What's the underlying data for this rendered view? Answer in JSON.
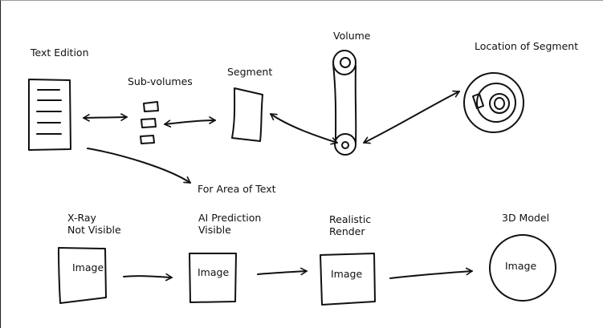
{
  "labels": {
    "text_edition": "Text Edition",
    "sub_volumes": "Sub-volumes",
    "segment": "Segment",
    "volume": "Volume",
    "location_of_segment": "Location of Segment",
    "for_area_of_text": "For Area of Text",
    "xray_line1": "X-Ray",
    "xray_line2": "Not Visible",
    "ai_line1": "AI Prediction",
    "ai_line2": "Visible",
    "realistic_line1": "Realistic",
    "realistic_line2": "Render",
    "model_3d": "3D Model"
  },
  "image_labels": {
    "xray": "Image",
    "ai": "Image",
    "realistic": "Image",
    "model": "Image"
  },
  "colors": {
    "stroke": "#111111",
    "background": "#ffffff"
  }
}
